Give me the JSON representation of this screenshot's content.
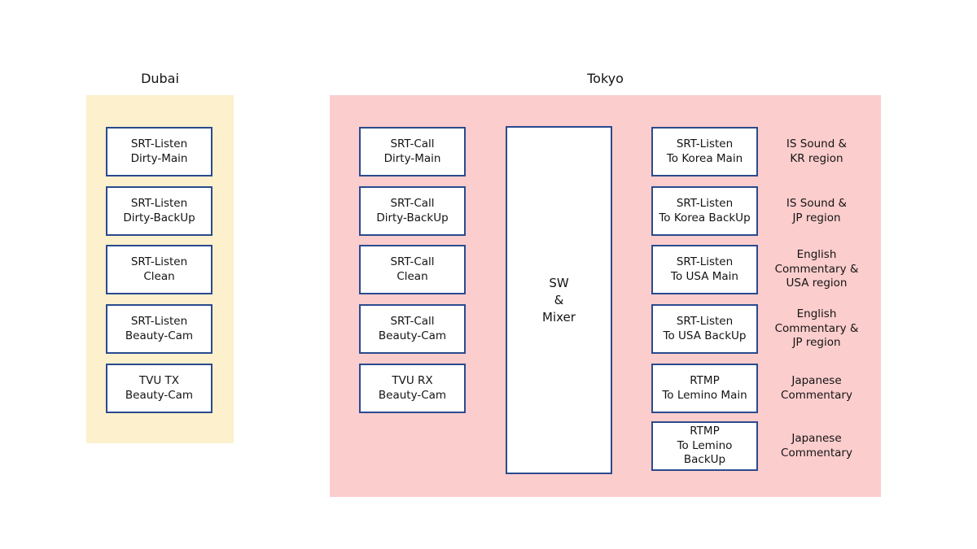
{
  "diagram": {
    "dubai": {
      "title": "Dubai",
      "nodes": [
        {
          "label": "SRT-Listen\nDirty-Main"
        },
        {
          "label": "SRT-Listen\nDirty-BackUp"
        },
        {
          "label": "SRT-Listen\nClean"
        },
        {
          "label": "SRT-Listen\nBeauty-Cam"
        },
        {
          "label": "TVU TX\nBeauty-Cam"
        }
      ]
    },
    "tokyo": {
      "title": "Tokyo",
      "call_nodes": [
        {
          "label": "SRT-Call\nDirty-Main"
        },
        {
          "label": "SRT-Call\nDirty-BackUp"
        },
        {
          "label": "SRT-Call\nClean"
        },
        {
          "label": "SRT-Call\nBeauty-Cam"
        },
        {
          "label": "TVU RX\nBeauty-Cam"
        }
      ],
      "mixer_label": "SW\n&\nMixer",
      "out_nodes": [
        {
          "label": "SRT-Listen\nTo Korea Main",
          "annotation": "IS Sound &\nKR region"
        },
        {
          "label": "SRT-Listen\nTo Korea BackUp",
          "annotation": "IS Sound &\nJP region"
        },
        {
          "label": "SRT-Listen\nTo USA Main",
          "annotation": "English\nCommentary &\nUSA region"
        },
        {
          "label": "SRT-Listen\nTo USA BackUp",
          "annotation": "English\nCommentary &\nJP region"
        },
        {
          "label": "RTMP\nTo Lemino Main",
          "annotation": "Japanese\nCommentary"
        },
        {
          "label": "RTMP\nTo Lemino\nBackUp",
          "annotation": "Japanese\nCommentary"
        }
      ]
    },
    "colors": {
      "dubai_region_bg": "#FCF0CD",
      "tokyo_region_bg": "#FCCDCD",
      "node_bg": "#FFFFFF",
      "node_border": "#2A4A8E",
      "text": "#141414"
    }
  }
}
